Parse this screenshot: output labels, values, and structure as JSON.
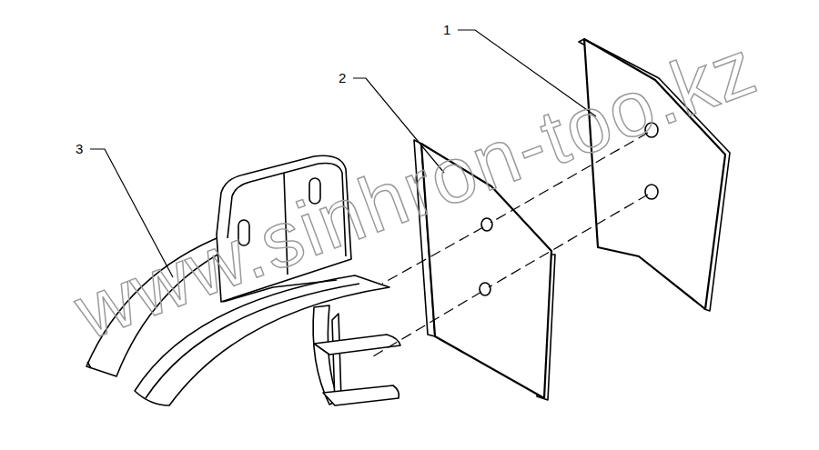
{
  "diagram": {
    "labels": [
      "1",
      "2",
      "3",
      "www.sinhron-too.kz"
    ]
  }
}
